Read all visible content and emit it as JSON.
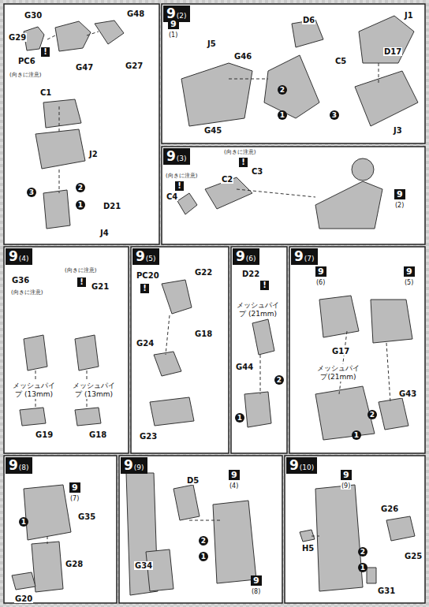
{
  "diagram": {
    "nodes": [
      {
        "text": [
          "9",
          "(2)"
        ]
      },
      {
        "text": [
          "9",
          "(3)"
        ]
      },
      {
        "text": [
          "9",
          "(4)"
        ]
      },
      {
        "text": [
          "9",
          "(5)"
        ]
      },
      {
        "text": [
          "9",
          "(6)"
        ]
      },
      {
        "text": [
          "9",
          "(7)"
        ]
      },
      {
        "text": [
          "9",
          "(8)"
        ]
      },
      {
        "text": [
          "9",
          "(9)"
        ]
      },
      {
        "text": [
          "9",
          "(10)"
        ]
      }
    ],
    "labels": [
      "G30",
      "G29",
      "G48",
      "G47",
      "G27",
      "PC6",
      "!",
      "(向きに注意)",
      "C1",
      "J2",
      "3",
      "2",
      "1",
      "D21",
      "J4",
      "9",
      "(1)",
      "J5",
      "G46",
      "G45",
      "D6",
      "C5",
      "J1",
      "D17",
      "J3",
      "1",
      "2",
      "3",
      "(向きに注意)",
      "!",
      "C3",
      "(向きに注意)",
      "!",
      "C4",
      "C2",
      "9",
      "(2)",
      "G36",
      "(向きに注意)",
      "!",
      "(向きに注意)",
      "G21",
      "メッシュパイプ (13mm)",
      "メッシュパイプ (13mm)",
      "G19",
      "G18",
      "PC20",
      "!",
      "G22",
      "G24",
      "G18",
      "G23",
      "D22",
      "!",
      "メッシュパイプ (21mm)",
      "G44",
      "2",
      "1",
      "9",
      "(6)",
      "9",
      "(5)",
      "G17",
      "メッシュパイプ(21mm)",
      "G43",
      "2",
      "1",
      "9",
      "(7)",
      "G35",
      "G28",
      "G20",
      "1",
      "D5",
      "9",
      "(4)",
      "G34",
      "9",
      "(8)",
      "1",
      "2",
      "9",
      "(9)",
      "H5",
      "G26",
      "G25",
      "G31",
      "2",
      "1"
    ]
  }
}
